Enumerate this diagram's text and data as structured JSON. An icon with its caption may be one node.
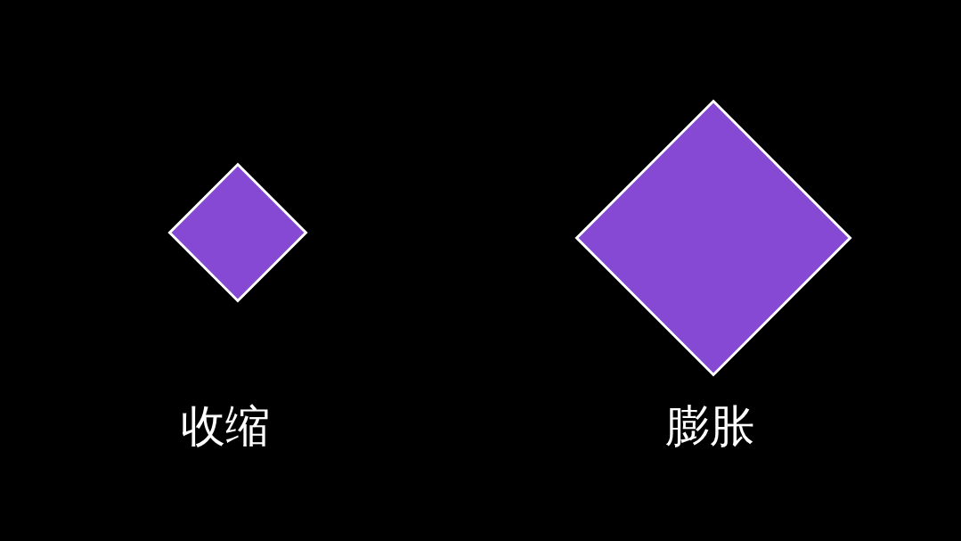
{
  "diagram": {
    "nodes": [
      {
        "text": [],
        "shape": "diamond",
        "beside": [
          "收缩"
        ]
      },
      {
        "text": [],
        "shape": "diamond",
        "beside": [
          "膨胀"
        ]
      }
    ]
  }
}
